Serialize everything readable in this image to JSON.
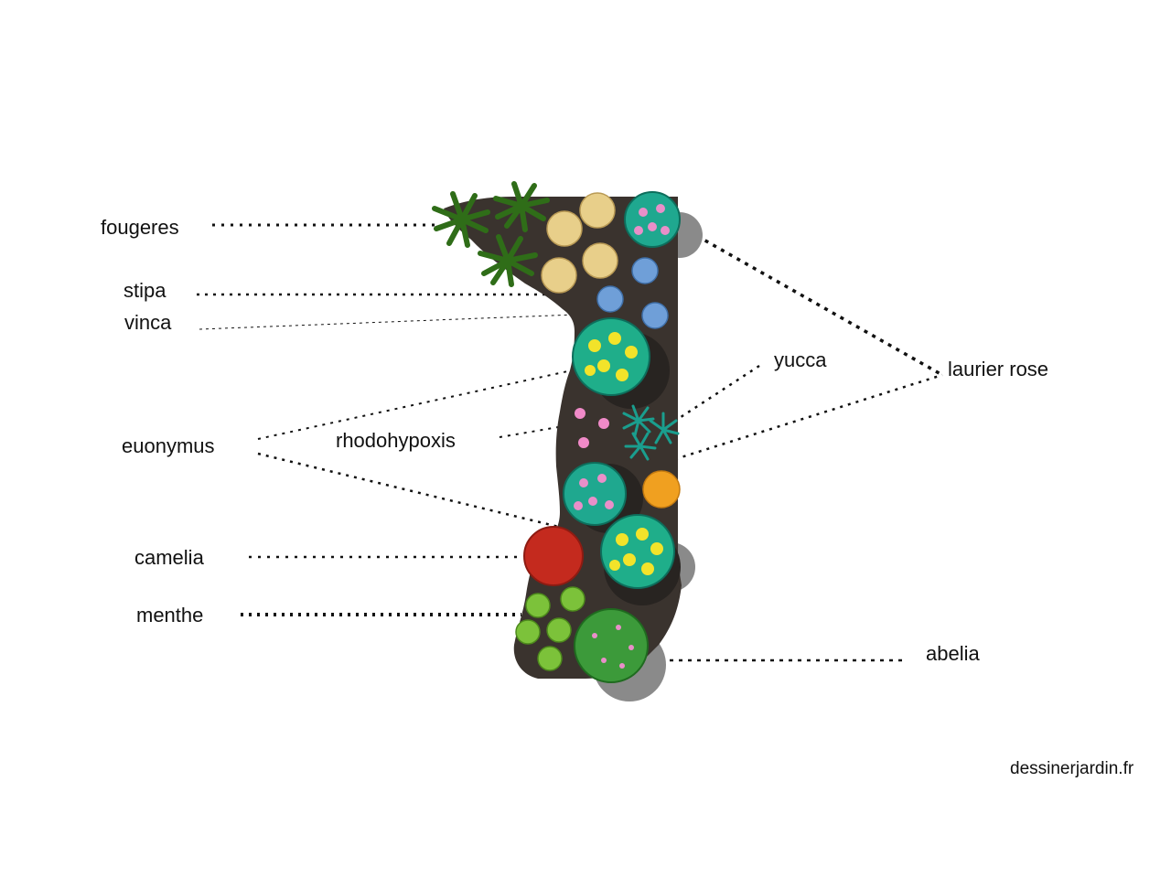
{
  "labels": {
    "fougeres": "fougeres",
    "stipa": "stipa",
    "vinca": "vinca",
    "euonymus": "euonymus",
    "rhodohypoxis": "rhodohypoxis",
    "camelia": "camelia",
    "menthe": "menthe",
    "yucca": "yucca",
    "laurier_rose": "laurier rose",
    "abelia": "abelia"
  },
  "credit": "dessinerjardin.fr",
  "colors": {
    "bed_soil": "#3a332e",
    "shadow": "#8a8a8a",
    "fern": "#4f9a2a",
    "stipa": "#e8cf8a",
    "vinca": "#6f9fd8",
    "euonymus_leaf": "#1fae8a",
    "euonymus_yellow": "#f2e32a",
    "rhodohypoxis": "#f08ac8",
    "yucca": "#1a9e8e",
    "laurier_rose_pink": "#e98fc9",
    "laurier_rose_leaf": "#1fa88f",
    "camelia": "#c42a1e",
    "menthe": "#7cc23a",
    "abelia": "#3c9a3a",
    "orange_plant": "#f0a020"
  }
}
